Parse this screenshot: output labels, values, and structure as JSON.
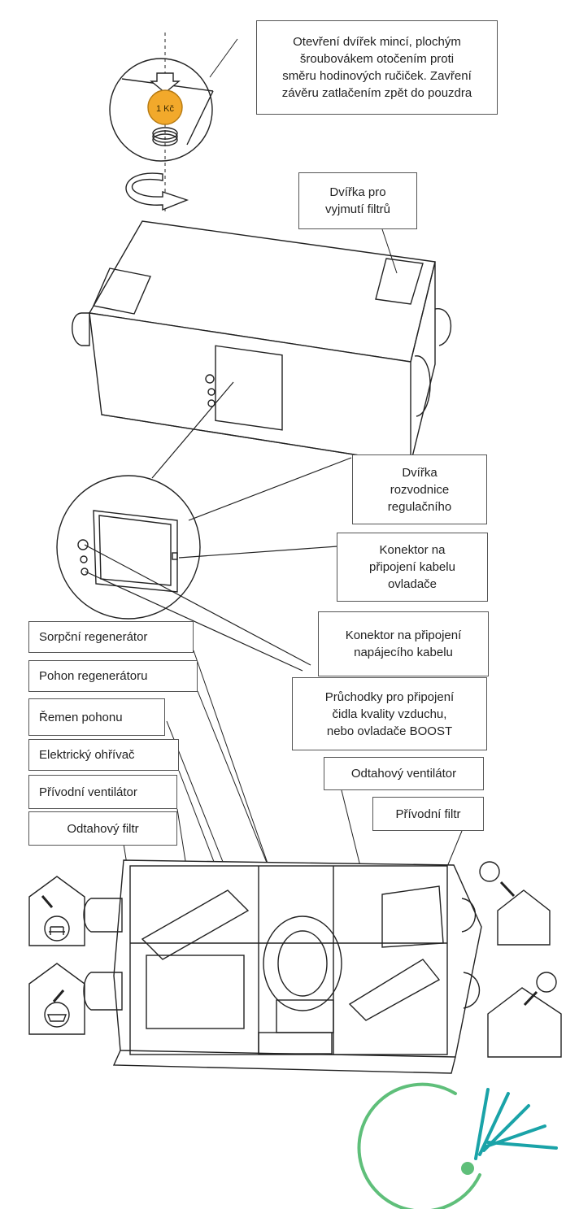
{
  "callouts": {
    "coin_door": "Otevření dvířek mincí, plochým\nšroubovákem otočením proti\nsměru hodinových ručiček. Zavření\nzávěru zatlačením zpět do pouzdra",
    "filter_door": "Dvířka pro\nvyjmutí filtrů",
    "control_box_door": "Dvířka\nrozvodnice\nregulačního",
    "controller_connector": "Konektor na\npřipojení kabelu\novladače",
    "power_connector": "Konektor na připojení\nnapájecího kabelu",
    "grommets": "Průchodky pro připojení\nčidla kvality vzduchu,\nnebo ovladače BOOST",
    "sorption_regenerator": "Sorpční regenerátor",
    "regenerator_drive": "Pohon regenerátoru",
    "drive_belt": "Řemen pohonu",
    "electric_heater": "Elektrický ohřívač",
    "supply_fan": "Přívodní ventilátor",
    "exhaust_filter": "Odtahový filtr",
    "exhaust_fan": "Odtahový ventilátor",
    "supply_filter": "Přívodní filtr"
  },
  "coin_text": "1 Kč",
  "colors": {
    "coin": "#f2a92b",
    "logo_teal": "#1aa3a8",
    "logo_green": "#5fbf7a",
    "line": "#222222"
  },
  "icons": [
    "coin-icon",
    "rotate-arrow-icon",
    "bed-room-icon",
    "bath-room-icon",
    "fresh-air-tree-icon",
    "logo-icon"
  ]
}
